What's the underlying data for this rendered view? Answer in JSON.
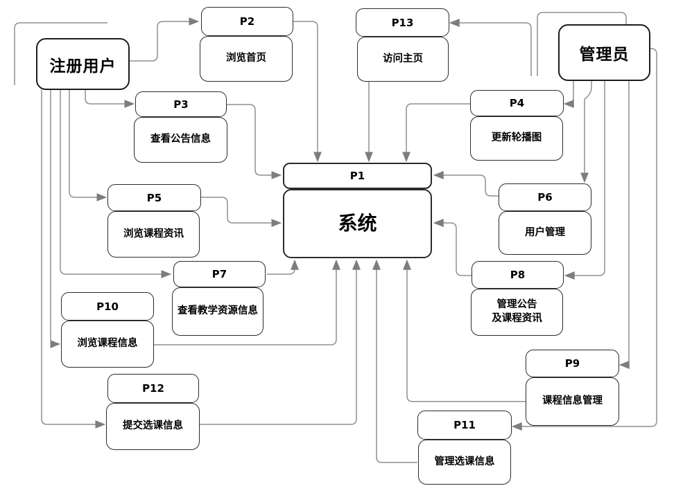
{
  "entities": {
    "user": {
      "label": "注册用户"
    },
    "admin": {
      "label": "管理员"
    }
  },
  "processes": {
    "p1": {
      "id": "P1",
      "label": "系统"
    },
    "p2": {
      "id": "P2",
      "label": "浏览首页"
    },
    "p3": {
      "id": "P3",
      "label": "查看公告信息"
    },
    "p4": {
      "id": "P4",
      "label": "更新轮播图"
    },
    "p5": {
      "id": "P5",
      "label": "浏览课程资讯"
    },
    "p6": {
      "id": "P6",
      "label": "用户管理"
    },
    "p7": {
      "id": "P7",
      "label": "查看教学资源信息"
    },
    "p8": {
      "id": "P8",
      "label": "管理公告\n及课程资讯"
    },
    "p9": {
      "id": "P9",
      "label": "课程信息管理"
    },
    "p10": {
      "id": "P10",
      "label": "浏览课程信息"
    },
    "p11": {
      "id": "P11",
      "label": "管理选课信息"
    },
    "p12": {
      "id": "P12",
      "label": "提交选课信息"
    },
    "p13": {
      "id": "P13",
      "label": "访问主页"
    }
  },
  "edges": [
    {
      "from": "注册用户",
      "to": "P2"
    },
    {
      "from": "注册用户",
      "to": "P3"
    },
    {
      "from": "注册用户",
      "to": "P5"
    },
    {
      "from": "注册用户",
      "to": "P7"
    },
    {
      "from": "注册用户",
      "to": "P10"
    },
    {
      "from": "注册用户",
      "to": "P12"
    },
    {
      "from": "管理员",
      "to": "P13"
    },
    {
      "from": "管理员",
      "to": "P4"
    },
    {
      "from": "管理员",
      "to": "P6"
    },
    {
      "from": "管理员",
      "to": "P8"
    },
    {
      "from": "管理员",
      "to": "P9"
    },
    {
      "from": "管理员",
      "to": "P11"
    },
    {
      "from": "P2",
      "to": "P1"
    },
    {
      "from": "P13",
      "to": "P1"
    },
    {
      "from": "P4",
      "to": "P1"
    },
    {
      "from": "P3",
      "to": "P1"
    },
    {
      "from": "P5",
      "to": "P1"
    },
    {
      "from": "P6",
      "to": "P1"
    },
    {
      "from": "P8",
      "to": "P1"
    },
    {
      "from": "P7",
      "to": "P1"
    },
    {
      "from": "P10",
      "to": "P1"
    },
    {
      "from": "P12",
      "to": "P1"
    },
    {
      "from": "P11",
      "to": "P1"
    },
    {
      "from": "P9",
      "to": "P1"
    }
  ],
  "colors": {
    "background": "#ffffff",
    "line": "#8f8f8f",
    "arrow": "#7d7d7d",
    "box_border": "#1c1c1c",
    "text": "#000000"
  }
}
